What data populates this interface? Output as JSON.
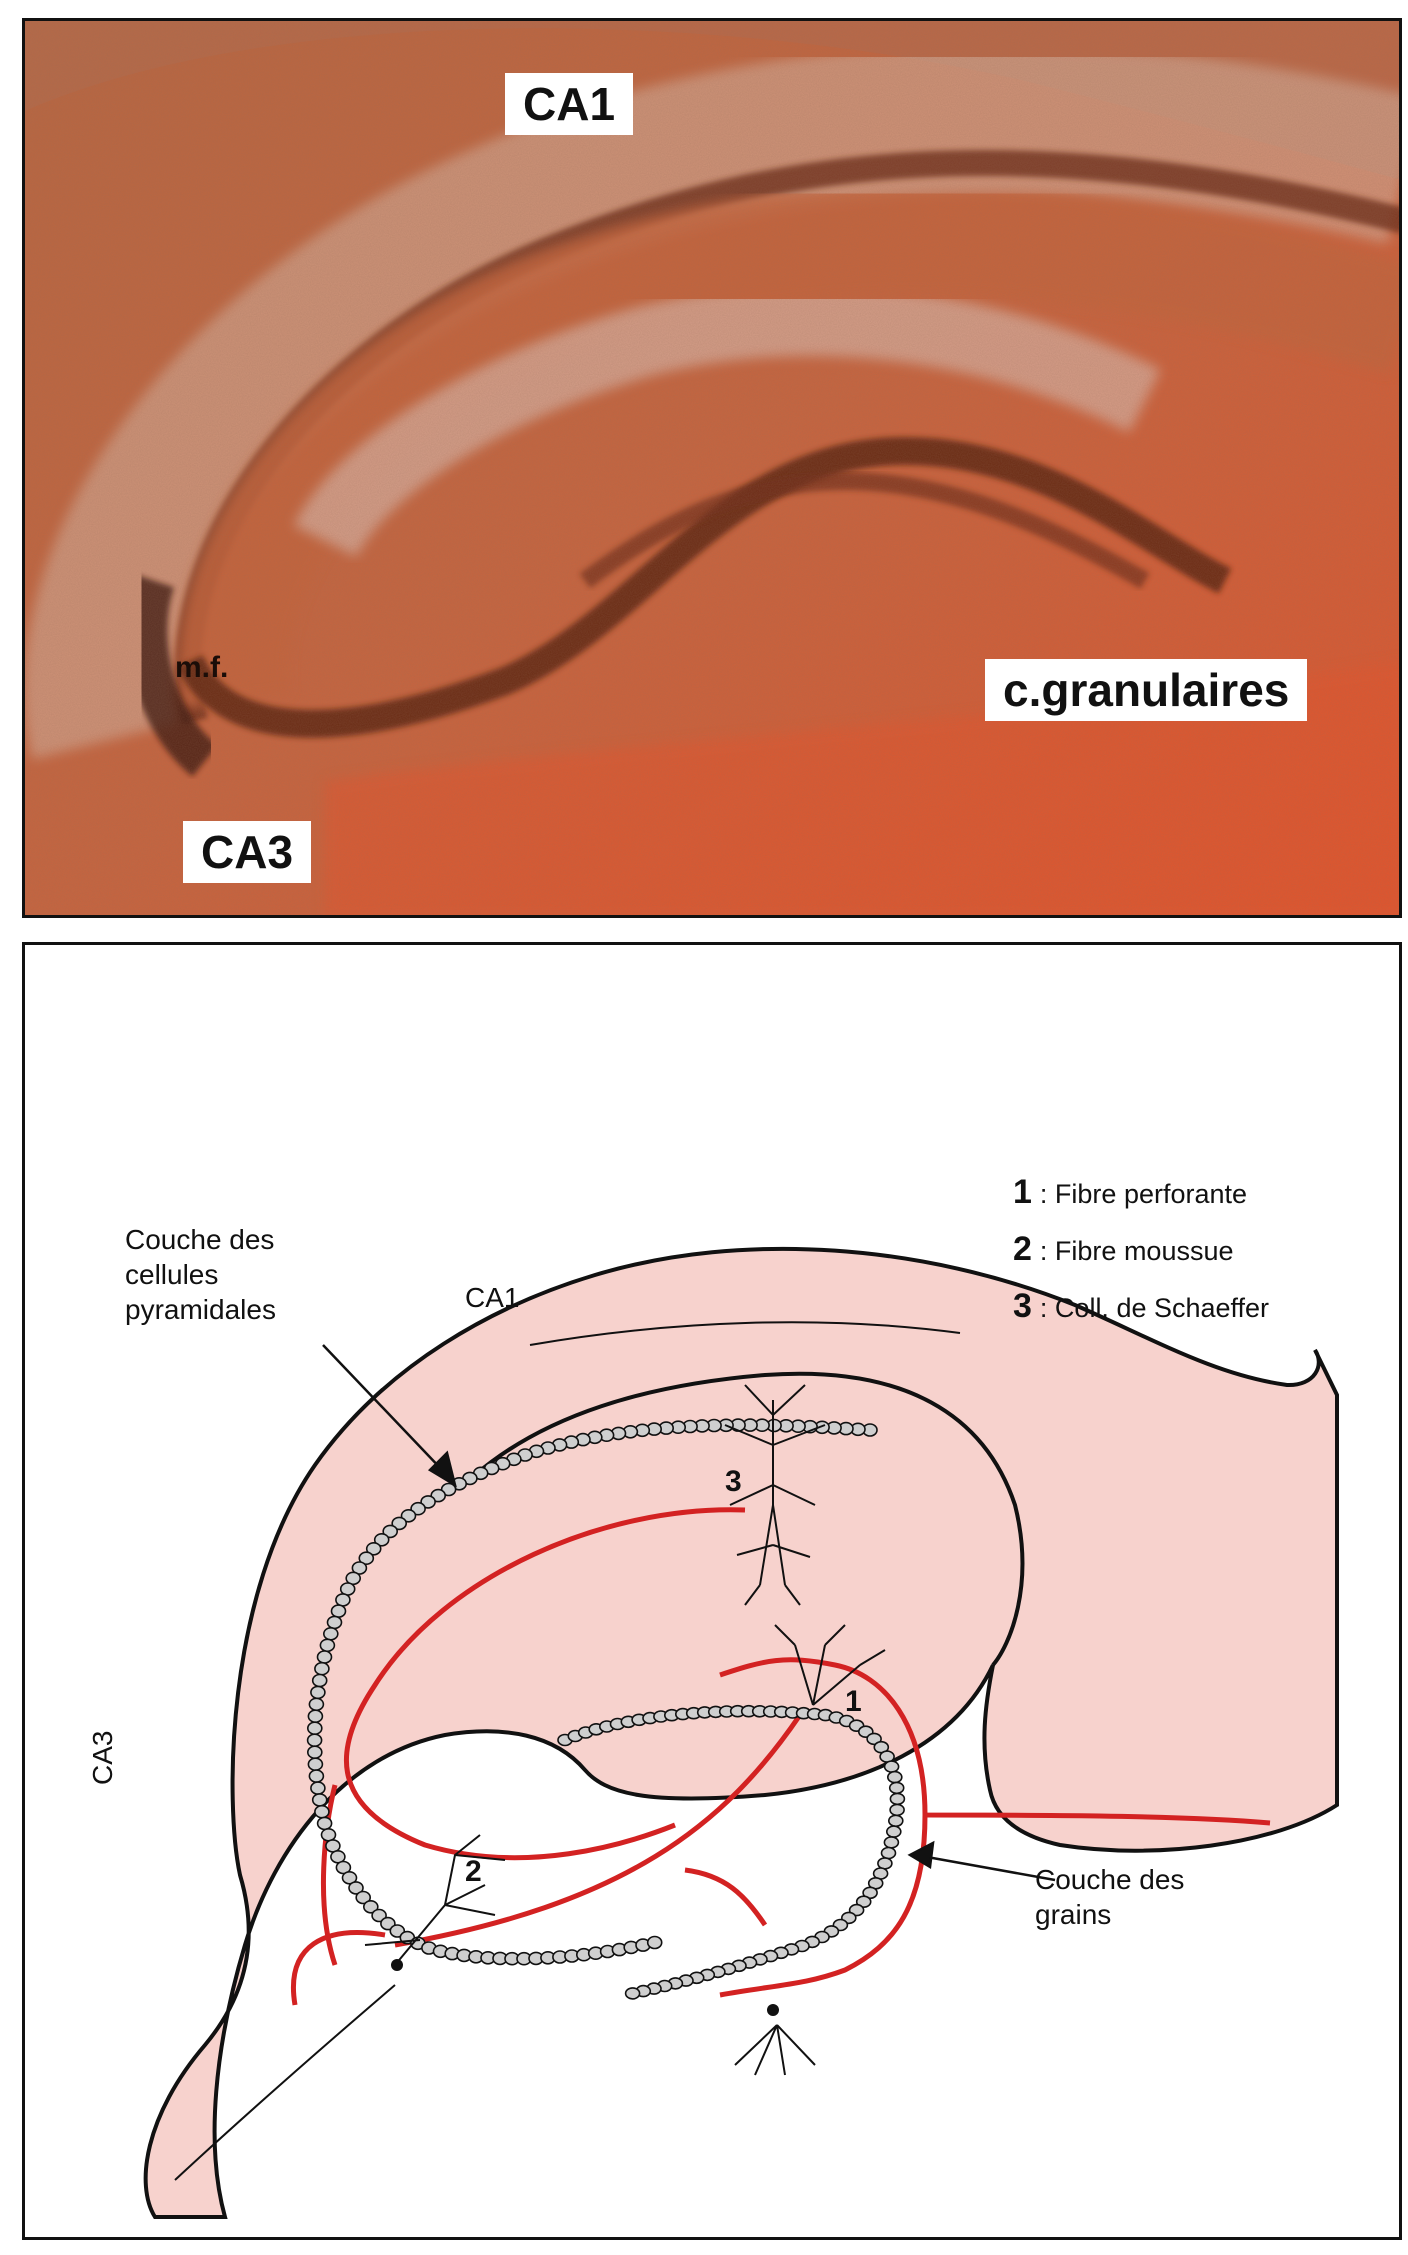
{
  "photo": {
    "labels": {
      "ca1": "CA1",
      "ca3": "CA3",
      "granulaires": "c.granulaires",
      "mf": "m.f."
    }
  },
  "diagram": {
    "labels": {
      "ca1": "CA1",
      "ca3": "CA3",
      "pyramidales": "Couche des cellules pyramidales",
      "grains": "Couche des grains"
    },
    "numbers": [
      "1",
      "2",
      "3"
    ],
    "legend": [
      {
        "num": "1",
        "text": ": Fibre perforante"
      },
      {
        "num": "2",
        "text": ": Fibre moussue"
      },
      {
        "num": "3",
        "text": ": Coll. de Schaeffer"
      }
    ],
    "colors": {
      "tissue": "#f7d2cd",
      "fiber": "#d32222",
      "cell": "#cfcfcf",
      "outline": "#111111"
    }
  }
}
